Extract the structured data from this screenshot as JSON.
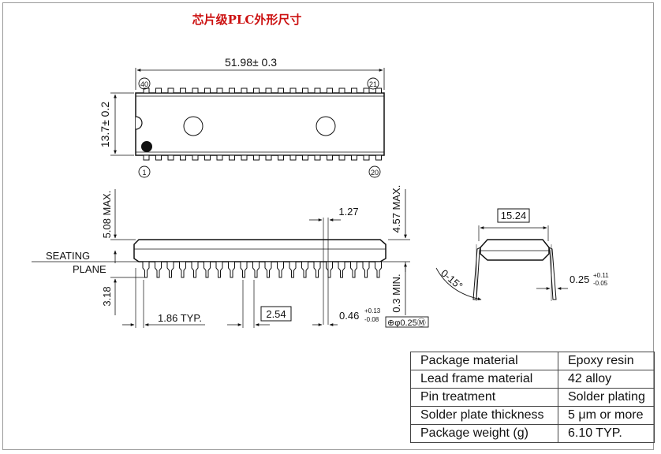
{
  "title": "芯片级PLC外形尺寸",
  "top_view": {
    "length_dim": "51.98± 0.3",
    "width_dim": "13.7± 0.2",
    "pin_labels": [
      "40",
      "21",
      "1",
      "20"
    ]
  },
  "side_view": {
    "max_height": "5.08 MAX.",
    "body_height": "4.57 MAX.",
    "pin_pitch_small": "1.27",
    "seating": "SEATING",
    "plane": "PLANE",
    "lead_length": "3.18",
    "standoff": "0.3 MIN.",
    "typ_dim": "1.86 TYP.",
    "pitch": "2.54",
    "lead_width": "0.46",
    "lead_width_tol_plus": "+0.13",
    "lead_width_tol_minus": "-0.08",
    "position_tol": "⊕φ0.25Ⓜ"
  },
  "end_view": {
    "row_spacing": "15.24",
    "angle": "0-15°",
    "lead_thickness": "0.25",
    "tol_plus": "+0.11",
    "tol_minus": "-0.05"
  },
  "specs": [
    {
      "label": "Package material",
      "value": "Epoxy resin"
    },
    {
      "label": "Lead frame material",
      "value": "42 alloy"
    },
    {
      "label": "Pin treatment",
      "value": "Solder plating"
    },
    {
      "label": "Solder plate thickness",
      "value": "5 μm or more"
    },
    {
      "label": "Package weight (g)",
      "value": "6.10 TYP."
    }
  ]
}
